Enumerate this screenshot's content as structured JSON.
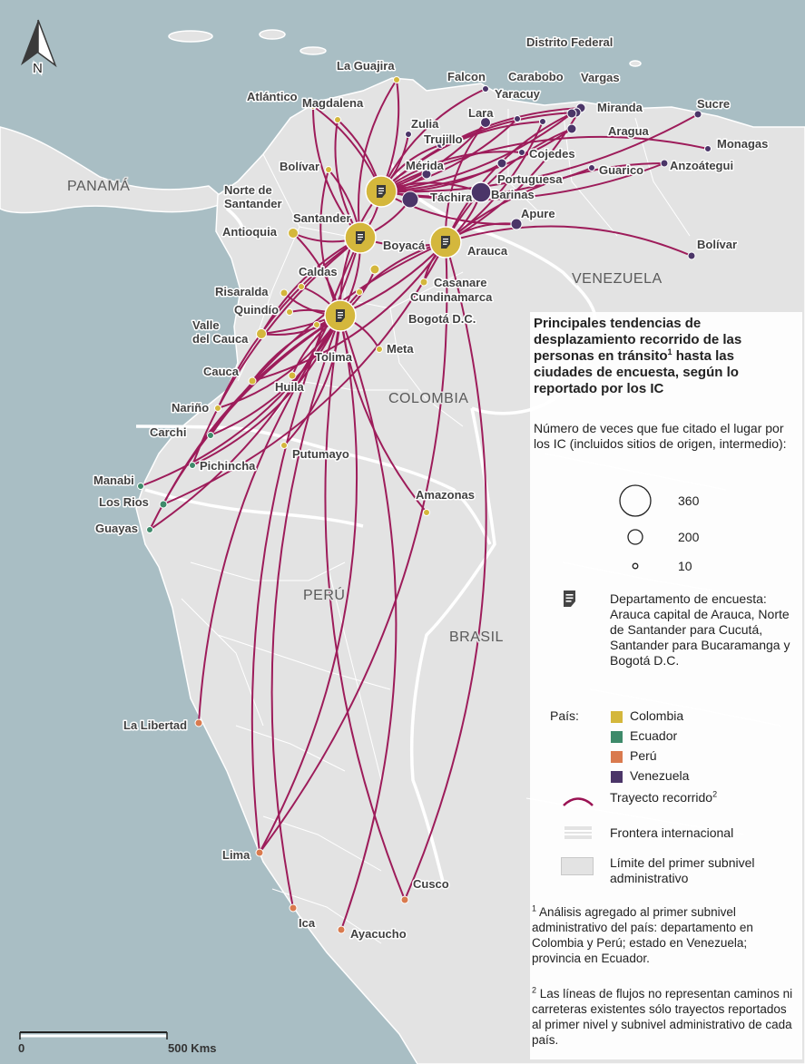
{
  "north_label": "N",
  "scale": {
    "zero": "0",
    "distance": "500 Kms"
  },
  "countries": {
    "panama": "PANAMÁ",
    "venezuela": "VENEZUELA",
    "colombia": "COLOMBIA",
    "peru": "PERÚ",
    "brasil": "BRASIL"
  },
  "colors": {
    "colombia": "#d4b73c",
    "ecuador": "#3e8a6a",
    "peru": "#d97a4e",
    "venezuela": "#4b3568",
    "flow": "#9a1253",
    "sea": "#a9bec4",
    "land": "#e3e3e3"
  },
  "places": {
    "guajira": "La Guajira",
    "atlantico": "Atlántico",
    "magdalena": "Magdalena",
    "bolivar_co": "Bolívar",
    "norte_santander": "Norte de\nSantander",
    "santander": "Santander",
    "antioquia": "Antioquia",
    "boyaca": "Boyacá",
    "arauca": "Arauca",
    "caldas": "Caldas",
    "casanare": "Casanare",
    "cundinamarca": "Cundinamarca",
    "bogota": "Bogotá D.C.",
    "risaralda": "Risaralda",
    "quindio": "Quindío",
    "valle": "Valle\ndel Cauca",
    "tolima": "Tolima",
    "meta": "Meta",
    "cauca": "Cauca",
    "huila": "Huila",
    "narino": "Nariño",
    "putumayo": "Putumayo",
    "amazonas": "Amazonas",
    "carchi": "Carchi",
    "pichincha": "Pichincha",
    "manabi": "Manabi",
    "los_rios": "Los Rios",
    "guayas": "Guayas",
    "la_libertad": "La Libertad",
    "lima": "Lima",
    "ica": "Ica",
    "ayacucho": "Ayacucho",
    "cusco": "Cusco",
    "distrito_federal": "Distrito Federal",
    "falcon": "Falcon",
    "carabobo": "Carabobo",
    "vargas": "Vargas",
    "yaracuy": "Yaracuy",
    "lara": "Lara",
    "miranda": "Miranda",
    "sucre": "Sucre",
    "zulia": "Zulia",
    "trujillo": "Trujillo",
    "aragua": "Aragua",
    "monagas": "Monagas",
    "cojedes": "Cojedes",
    "merida": "Mérida",
    "guarico": "Guarico",
    "anzoategui": "Anzoátegui",
    "portuguesa": "Portuguesa",
    "tachira": "Táchira",
    "barinas": "Barinas",
    "apure": "Apure",
    "bolivar_ve": "Bolívar"
  },
  "legend": {
    "title": "Principales tendencias de desplazamiento recorrido de las personas en tránsito",
    "title_sup": "1",
    "title_end": " hasta las ciudades de encuesta, según lo reportado por los IC",
    "subtitle": "Número de veces que fue citado el lugar por los IC (incluidos sitios de origen, intermedio):",
    "size_360": "360",
    "size_200": "200",
    "size_10": "10",
    "survey_text": "Departamento de encuesta: Arauca capital de Arauca, Norte de Santander para Cucutá, Santander para Bucaramanga y Bogotá D.C.",
    "pais_label": "País:",
    "countries": [
      "Colombia",
      "Ecuador",
      "Perú",
      "Venezuela"
    ],
    "flow_label": "Trayecto recorrido",
    "flow_sup": "2",
    "border_label": "Frontera internacional",
    "admin_label": "Límite del primer subnivel administrativo",
    "note1_sup": "1",
    "note1": " Análisis agregado al primer subnivel administrativo del país: departamento en Colombia y Perú; estado en Venezuela; provincia en Ecuador.",
    "note2_sup": "2",
    "note2": " Las líneas de flujos no representan caminos ni carreteras existentes sólo trayectos reportados al primer nivel y subnivel administrativo de cada país."
  }
}
